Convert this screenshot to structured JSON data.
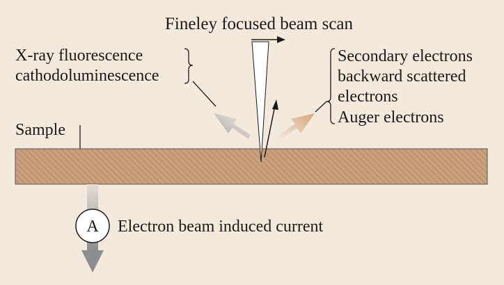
{
  "title": "Fineley focused beam scan",
  "labels": {
    "left_signals": [
      "X-ray fluorescence",
      "cathodoluminescence"
    ],
    "right_signals": [
      "Secondary electrons",
      "backward scattered",
      "electrons",
      "Auger electrons"
    ],
    "sample": "Sample",
    "ammeter": "A",
    "current": "Electron beam induced current"
  },
  "colors": {
    "background": "#f4e9dd",
    "sample_fill": "#c9a07e",
    "left_arrow": "#a7a9ac",
    "right_arrow": "#d7a77e",
    "bottom_arrow": "#8c8e91"
  }
}
